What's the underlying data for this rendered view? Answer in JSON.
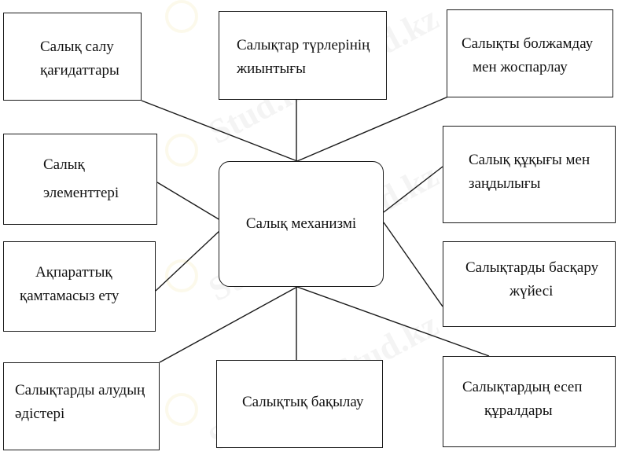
{
  "center": "Салық механизмі",
  "boxes": {
    "principles": [
      "Салық салу",
      "қағидаттары"
    ],
    "tax_types": [
      "Салықтар түрлерінің",
      "жиынтығы"
    ],
    "forecasting": [
      "Салықты болжамдау",
      "мен жоспарлау"
    ],
    "elements": [
      "Салық",
      "элементтері"
    ],
    "law": [
      "Салық құқығы мен",
      "заңдылығы"
    ],
    "info": [
      "Ақпараттық",
      "қамтамасыз ету"
    ],
    "management": [
      "Салықтарды басқару",
      "жүйесі"
    ],
    "methods": [
      "Салықтарды алудың",
      "әдістері"
    ],
    "control": [
      "Салықтық бақылау"
    ],
    "accounting": [
      "Салықтардың есеп",
      "құралдары"
    ]
  },
  "watermark": "Stud.kz - Stud.kz"
}
